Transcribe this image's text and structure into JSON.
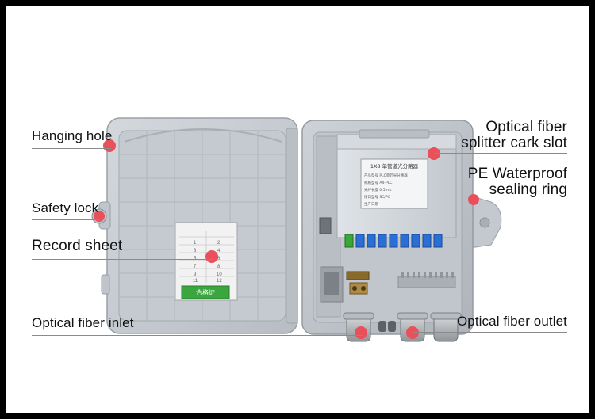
{
  "labels": {
    "hanging_hole": "Hanging hole",
    "safety_lock": "Safety lock",
    "record_sheet": "Record sheet",
    "optical_fiber_inlet": "Optical fiber inlet",
    "optical_fiber_splitter_line1": "Optical fiber",
    "optical_fiber_splitter_line2": "splitter cark slot",
    "pe_waterproof_line1": "PE Waterproof",
    "pe_waterproof_line2": "sealing ring",
    "optical_fiber_outlet": "Optical fiber outlet"
  },
  "record_sheet": {
    "numbers": [
      "1",
      "2",
      "3",
      "4",
      "5",
      "6",
      "7",
      "8",
      "9",
      "10",
      "11",
      "12"
    ],
    "certificate_text": "合格证"
  },
  "splitter_label": {
    "title": "1X8 单管道光分路器",
    "rows": [
      "产品型号  PLC单元光分路器",
      "规格型号  A4-PLC",
      "光纤长度  0.5m±",
      "接口型号  SC/PC",
      "生产日期"
    ]
  },
  "colors": {
    "marker": "#e8505a",
    "enclosure": "#c9ced3",
    "adapter_blue": "#2a6fd6",
    "adapter_green": "#38a838",
    "seal_dark": "#2a2a2a",
    "background": "#ffffff",
    "border": "#000000"
  }
}
